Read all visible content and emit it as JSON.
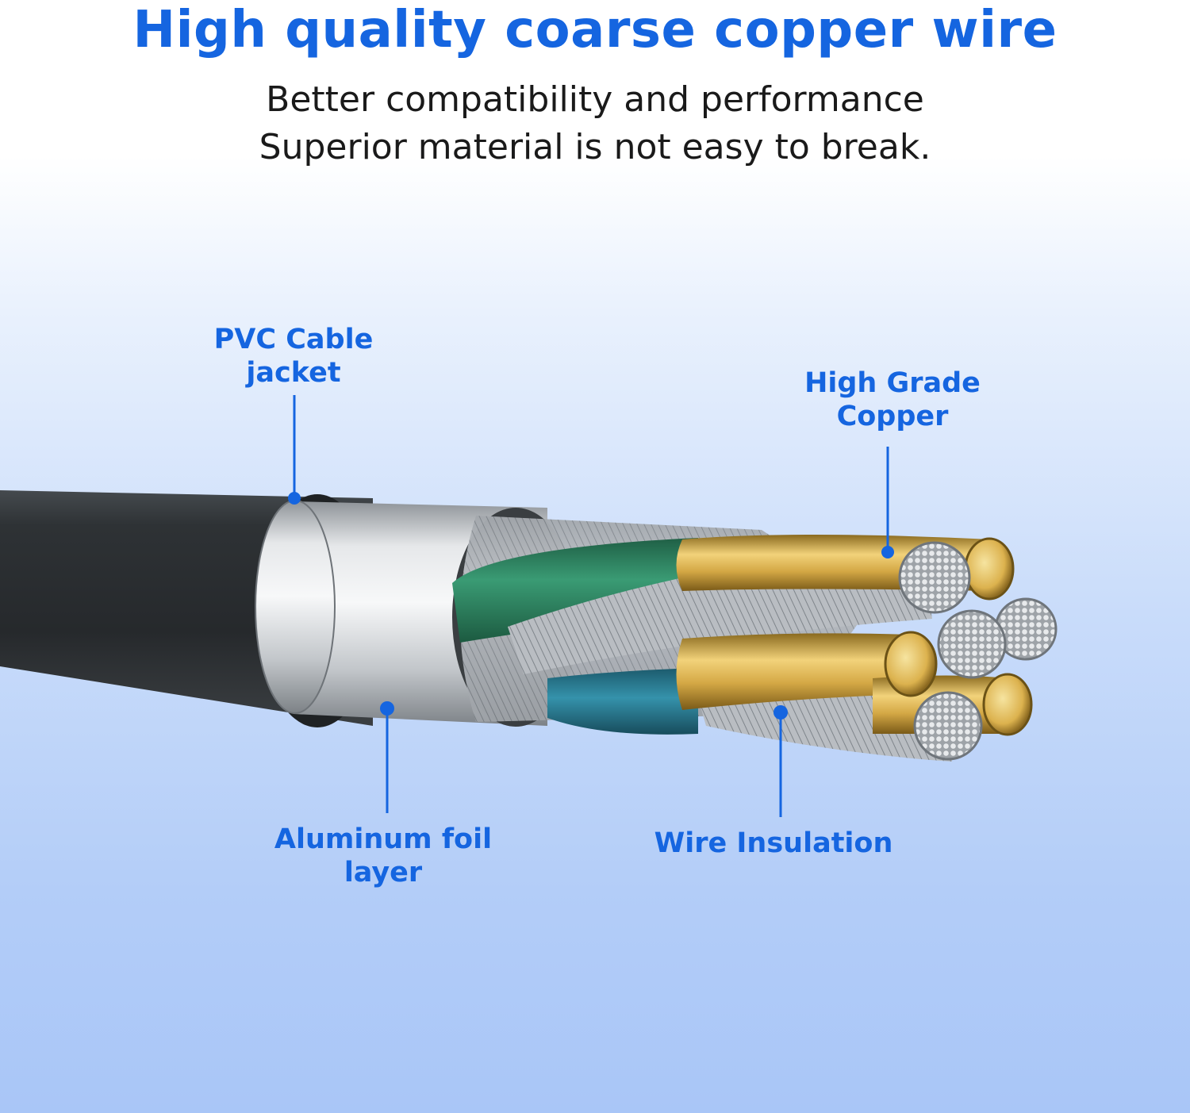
{
  "header": {
    "title": "High quality coarse copper wire",
    "subtitle_line1": "Better compatibility and performance",
    "subtitle_line2": "Superior material is not easy to break."
  },
  "labels": {
    "pvc_line1": "PVC Cable",
    "pvc_line2": "jacket",
    "copper_line1": "High Grade",
    "copper_line2": "Copper",
    "foil_line1": "Aluminum foil",
    "foil_line2": "layer",
    "insulation": "Wire Insulation"
  },
  "colors": {
    "accent": "#1565e0",
    "jacket": "#2f3336",
    "foil": "#c9cdd2",
    "copper": "#d9b24a",
    "green_insulation": "#2f8a66",
    "blue_insulation": "#2a7e96",
    "strand": "#b8bcc1"
  }
}
